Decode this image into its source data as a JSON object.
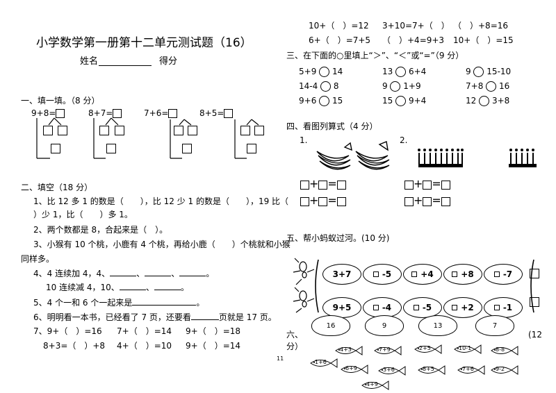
{
  "title": "小学数学第一册第十二单元测试题（16）",
  "name_label": "姓名",
  "score_label": "得分",
  "s1": {
    "heading": "一、填一填。（8 分）",
    "items": [
      "9+8=",
      "8+7=",
      "7+6=",
      "8+5="
    ]
  },
  "s2": {
    "heading": "二、填空（18 分）",
    "l1a": "1、比 12 多 1 的数是（　　），比 12 少 1 的数是（　　），19 比（",
    "l1b": "）少 1，比（　　）多 1。",
    "l2": "2、两个数都是 8，合起来是（　）。",
    "l3a": "3、小猴有 10 个桃，小鹿有 4 个桃，再给小鹿（　　）个桃就和小猴",
    "l3b": "同样多。",
    "l4a": "4、4 连续加 4，4、",
    "l4b_pre": "10 连续减 4，10、",
    "sep": "、",
    "end": "。",
    "l5": "5、4 个一和 6 个一起来是",
    "l6a": "6、明明看一本书，已经看了 7 页，还要看",
    "l6b": "页就是 17 页。",
    "r7": [
      "7、9+（　）=16",
      "7+（　）=14",
      "9+（　）=18"
    ],
    "r8": [
      "8+3=（　）+8",
      "4+（　）=10",
      "9+（　）=14"
    ]
  },
  "rtop": {
    "r1": [
      "10+（　）=12",
      "3+10=7+（　）",
      "（　）+8=16"
    ],
    "r2": [
      "6+（　）=7+5",
      "（　）+4=9+3",
      "10+（　）=15"
    ]
  },
  "s3": {
    "heading": "三、在下面的○里填上“＞”、“＜”或“=”（9 分）",
    "rows": [
      [
        [
          "5+9",
          "14"
        ],
        [
          "13",
          "6+4"
        ],
        [
          "9",
          "15-10"
        ]
      ],
      [
        [
          "14-4",
          "8"
        ],
        [
          "9",
          "1+9"
        ],
        [
          "7+8",
          "16"
        ]
      ],
      [
        [
          "9+6",
          "15"
        ],
        [
          "15",
          "9+4"
        ],
        [
          "12",
          "3+8"
        ]
      ]
    ]
  },
  "s4": {
    "heading": "四、看图列算式（4 分）",
    "n1": "1.",
    "n2": "2.",
    "plus": "+",
    "eq": "="
  },
  "s5": {
    "heading": "五、帮小蚂蚁过河。(10 分)",
    "row1": [
      "3+7",
      "-5",
      "+4",
      "+8",
      "-7"
    ],
    "row2": [
      "9+5",
      "-4",
      "-5",
      "+2",
      "-1"
    ],
    "pots": [
      "16",
      "9",
      "13",
      "7"
    ]
  },
  "s6": {
    "heading_a": "六、",
    "heading_b": "分）",
    "score": "(12",
    "fish": [
      "4+3",
      "7+9",
      "2+5",
      "10-1",
      "8-8",
      "1+6",
      "6+9",
      "3+6",
      "8+5",
      "7+6",
      "9-2",
      "4+9"
    ]
  },
  "page_number": "11"
}
